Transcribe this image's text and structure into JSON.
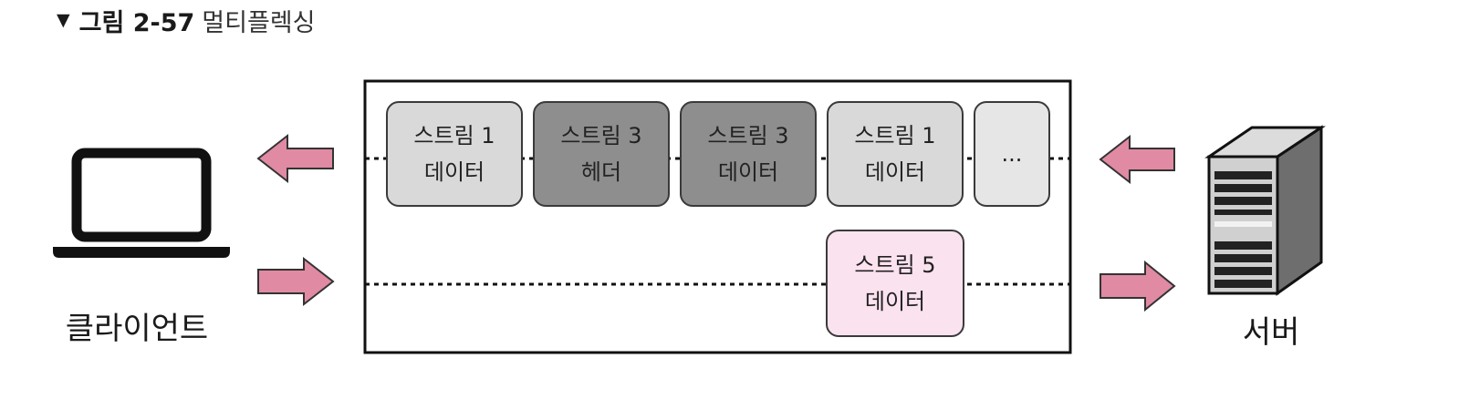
{
  "caption": {
    "marker": "▼",
    "figure_number": "그림 2-57",
    "title": "멀티플렉싱"
  },
  "labels": {
    "client": "클라이언트",
    "server": "서버"
  },
  "icons": {
    "client": "laptop-icon",
    "server": "server-tower-icon",
    "arrow": "block-arrow-icon"
  },
  "colors": {
    "arrow": "#e08aa4",
    "stream_light": "#d9d9d9",
    "stream_dark": "#8e8e8e",
    "stream_pink": "#fbe2ef"
  },
  "top_row": [
    {
      "line1": "스트림 1",
      "line2": "데이터"
    },
    {
      "line1": "스트림 3",
      "line2": "헤더"
    },
    {
      "line1": "스트림 3",
      "line2": "데이터"
    },
    {
      "line1": "스트림 1",
      "line2": "데이터"
    },
    {
      "line1": "...",
      "line2": ""
    }
  ],
  "bottom_row": [
    {
      "line1": "스트림 5",
      "line2": "데이터"
    }
  ]
}
